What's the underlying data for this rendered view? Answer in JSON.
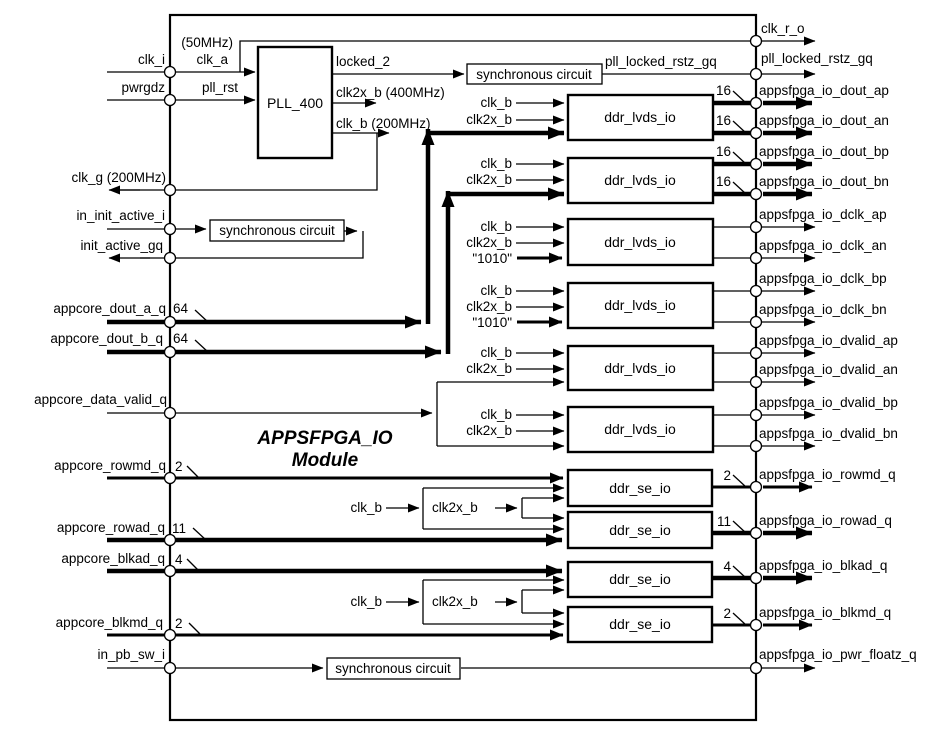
{
  "colors": {
    "ink": "#000000",
    "background": "#ffffff"
  },
  "module": {
    "title_line1": "APPSFPGA_IO",
    "title_line2": "Module"
  },
  "blocks": {
    "pll": "PLL_400",
    "sync_circuit": "synchronous circuit",
    "ddr_lvds": "ddr_lvds_io",
    "ddr_se": "ddr_se_io"
  },
  "clock_labels": {
    "clk_a_freq": "(50MHz)",
    "clk_a": "clk_a",
    "pll_rst": "pll_rst",
    "locked_2": "locked_2",
    "clk2x_b_400": "clk2x_b (400MHz)",
    "clk_b_200": "clk_b (200MHz)",
    "clk_b": "clk_b",
    "clk2x_b": "clk2x_b",
    "const_1010": "\"1010\"",
    "pll_locked_internal": "pll_locked_rstz_gq"
  },
  "inputs": {
    "clk_i": "clk_i",
    "pwrgdz": "pwrgdz",
    "clk_g": "clk_g (200MHz)",
    "in_init_active_i": "in_init_active_i",
    "init_active_gq": "init_active_gq",
    "appcore_dout_a_q": "appcore_dout_a_q",
    "appcore_dout_b_q": "appcore_dout_b_q",
    "appcore_data_valid_q": "appcore_data_valid_q",
    "appcore_rowmd_q": "appcore_rowmd_q",
    "appcore_rowad_q": "appcore_rowad_q",
    "appcore_blkad_q": "appcore_blkad_q",
    "appcore_blkmd_q": "appcore_blkmd_q",
    "in_pb_sw_i": "in_pb_sw_i"
  },
  "outputs": {
    "clk_r_o": "clk_r_o",
    "pll_locked_rstz_gq": "pll_locked_rstz_gq",
    "dout_ap": "appsfpga_io_dout_ap",
    "dout_an": "appsfpga_io_dout_an",
    "dout_bp": "appsfpga_io_dout_bp",
    "dout_bn": "appsfpga_io_dout_bn",
    "dclk_ap": "appsfpga_io_dclk_ap",
    "dclk_an": "appsfpga_io_dclk_an",
    "dclk_bp": "appsfpga_io_dclk_bp",
    "dclk_bn": "appsfpga_io_dclk_bn",
    "dvalid_ap": "appsfpga_io_dvalid_ap",
    "dvalid_an": "appsfpga_io_dvalid_an",
    "dvalid_bp": "appsfpga_io_dvalid_bp",
    "dvalid_bn": "appsfpga_io_dvalid_bn",
    "rowmd": "appsfpga_io_rowmd_q",
    "rowad": "appsfpga_io_rowad_q",
    "blkad": "appsfpga_io_blkad_q",
    "blkmd": "appsfpga_io_blkmd_q",
    "pwr_floatz": "appsfpga_io_pwr_floatz_q"
  },
  "bus_widths": {
    "dout": "64",
    "io": "16",
    "rowmd": "2",
    "rowad": "11",
    "blkad": "4",
    "blkmd": "2"
  }
}
